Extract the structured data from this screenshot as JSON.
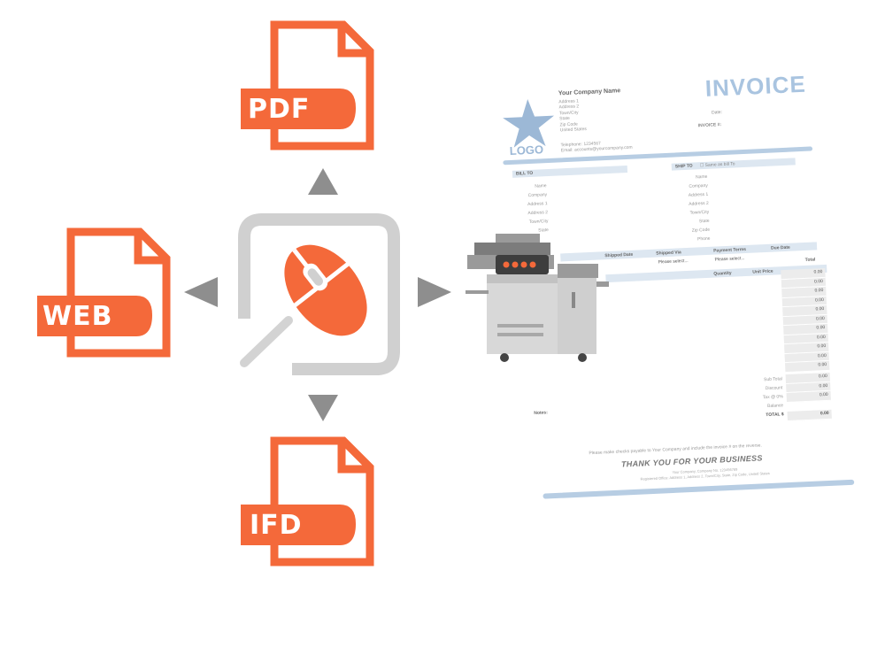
{
  "colors": {
    "orange": "#f4693a",
    "gray_arrow": "#8e8e8e",
    "frame_gray": "#d0d0d0",
    "invoice_blue": "#a9c4e0"
  },
  "center": {
    "icon": "mouse-click-icon"
  },
  "files": [
    {
      "label": "PDF",
      "icon": "pdf-file-icon"
    },
    {
      "label": "WEB",
      "icon": "web-file-icon"
    },
    {
      "label": "IFD",
      "icon": "ifd-file-icon"
    }
  ],
  "printer": {
    "icon": "printer-icon"
  },
  "invoice": {
    "title": "INVOICE",
    "company": "Your Company Name",
    "address_lines": [
      "Address 1",
      "Address 2",
      "Town/City",
      "State",
      "Zip Code",
      "United States"
    ],
    "contact_lines": [
      "Telephone: 1234567",
      "Email: accounts@yourcompany.com"
    ],
    "logo": "LOGO",
    "date_label": "Date:",
    "invoice_no_label": "INVOICE #:",
    "bill_to": "BILL TO",
    "ship_to": "SHIP TO",
    "same_as": "Same as bill To",
    "bill_fields": [
      "Name",
      "Company",
      "Address 1",
      "Address 2",
      "Town/City",
      "State"
    ],
    "ship_fields": [
      "Name",
      "Company",
      "Address 1",
      "Address 2",
      "Town/City",
      "State",
      "Zip Code",
      "Phone"
    ],
    "ship_headers": [
      "Shipped Date",
      "Shipped Via",
      "Payment Terms",
      "Due Date"
    ],
    "please_select_1": "Please select...",
    "please_select_2": "Please select...",
    "item_headers": [
      "Quantity",
      "Unit Price",
      "Total"
    ],
    "totals": [
      "0.00",
      "0.00",
      "0.00",
      "0.00",
      "0.00",
      "0.00",
      "0.00",
      "0.00",
      "0.00",
      "0.00",
      "0.00"
    ],
    "summary_labels": [
      "Sub Total",
      "Discount",
      "Tax @ 0%",
      "Balance",
      "TOTAL $"
    ],
    "summary_values": [
      "0.00",
      "0.00",
      "0.00",
      "",
      "0.00"
    ],
    "notes_label": "Notes:",
    "pay_note": "Please make checks payable to Your Company and include the invoice # on the reverse.",
    "thank_you": "THANK YOU FOR YOUR BUSINESS",
    "footer_1": "Your Company, Company No. 123456789",
    "footer_2": "Registered Office: Address 1, Address 2, Town/City, State, Zip Code, United States"
  }
}
